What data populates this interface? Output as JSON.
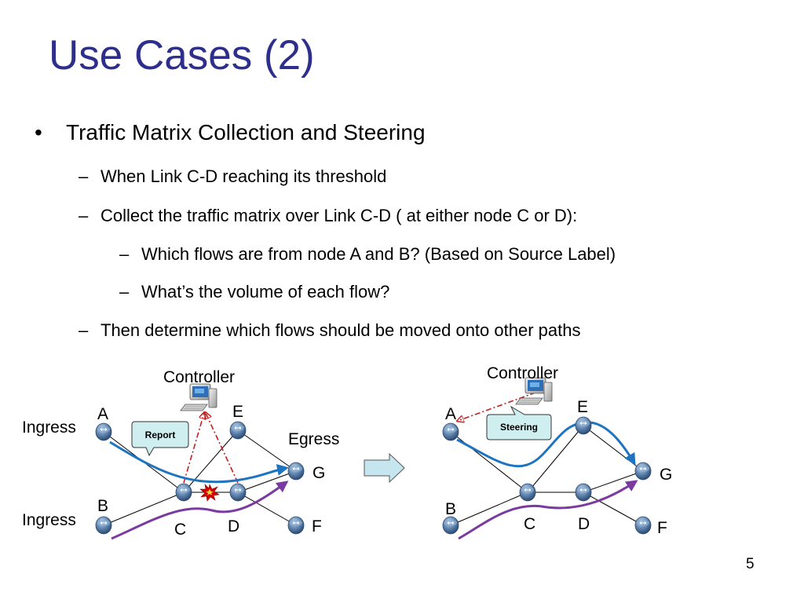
{
  "slide": {
    "title": "Use Cases (2)",
    "page_number": "5"
  },
  "bullets": {
    "main": "Traffic Matrix Collection and Steering",
    "sub1": "When Link C-D reaching its threshold",
    "sub2": "Collect the traffic matrix over Link C-D ( at either node C or D):",
    "sub2a": "Which flows are from node A and B? (Based on Source Label)",
    "sub2b": "What’s the volume of each flow?",
    "sub3": "Then determine which flows should be moved onto other paths",
    "bullet_mark": "•",
    "dash_mark": "–"
  },
  "diagram_left": {
    "controller": "Controller",
    "callout": "Report",
    "ingress_1": "Ingress",
    "ingress_2": "Ingress",
    "egress": "Egress",
    "nodes": {
      "a": "A",
      "b": "B",
      "c": "C",
      "d": "D",
      "e": "E",
      "f": "F",
      "g": "G"
    }
  },
  "diagram_right": {
    "controller": "Controller",
    "callout": "Steering",
    "nodes": {
      "a": "A",
      "b": "B",
      "c": "C",
      "d": "D",
      "e": "E",
      "f": "F",
      "g": "G"
    }
  },
  "colors": {
    "title": "#2e2e8c",
    "flow_blue": "#1f74c0",
    "flow_purple": "#7a3aa0",
    "dashed_red": "#c81e1e",
    "callout_fill": "#cfeef0",
    "arrow_fill": "#c5e6ee",
    "router": "#5a7fa8"
  },
  "icons": [
    "router-icon",
    "computer-icon",
    "explosion-icon",
    "arrow-right-icon"
  ]
}
